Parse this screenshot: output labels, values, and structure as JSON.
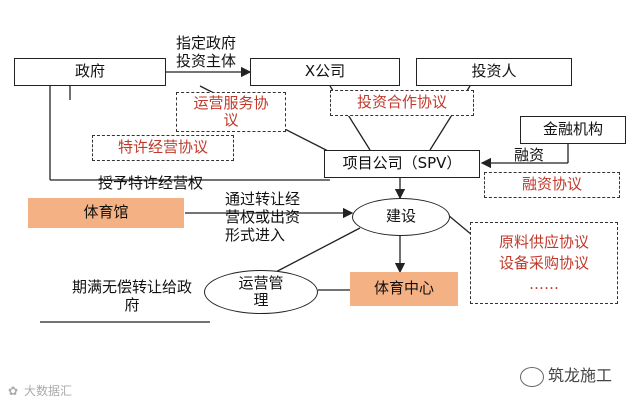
{
  "nodes": {
    "government": "政府",
    "x_company": "X公司",
    "investor": "投资人",
    "financial_institution": "金融机构",
    "spv": "项目公司（SPV）",
    "gymnasium": "体育馆",
    "construction": "建设",
    "operation_management": "运营管\n理",
    "sports_center": "体育中心"
  },
  "agreements": {
    "operation_service": "运营服务协\n议",
    "franchise": "特许经营协议",
    "investment_cooperation": "投资合作协议",
    "financing": "融资协议",
    "supply_procurement": "原料供应协议\n设备采购协议\n……"
  },
  "labels": {
    "designate_investor": "指定政府\n投资主体",
    "financing_flow": "融资",
    "grant_franchise": "授予特许经营权",
    "transfer_in": "通过转让经\n营权或出资\n形式进入",
    "expiry_transfer": "期满无偿转让给政\n府"
  },
  "watermark": {
    "brand": "筑龙施工",
    "corner": "大数据汇"
  },
  "colors": {
    "agreement_text": "#c0392b",
    "highlight_fill": "#f4b183",
    "line": "#222222"
  }
}
